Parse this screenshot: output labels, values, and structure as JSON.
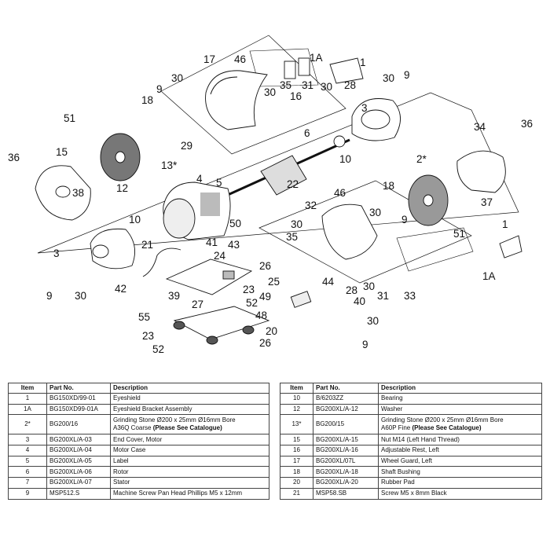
{
  "callouts": [
    {
      "id": "c17a",
      "text": "17"
    },
    {
      "id": "c46a",
      "text": "46"
    },
    {
      "id": "c1Aa",
      "text": "1A"
    },
    {
      "id": "c1a",
      "text": "1"
    },
    {
      "id": "c30a",
      "text": "30"
    },
    {
      "id": "c9a",
      "text": "9"
    },
    {
      "id": "c30b",
      "text": "30"
    },
    {
      "id": "c35a",
      "text": "35"
    },
    {
      "id": "c16",
      "text": "16"
    },
    {
      "id": "c31a",
      "text": "31"
    },
    {
      "id": "c30c",
      "text": "30"
    },
    {
      "id": "c28a",
      "text": "28"
    },
    {
      "id": "c30d",
      "text": "30"
    },
    {
      "id": "c9b",
      "text": "9"
    },
    {
      "id": "c18a",
      "text": "18"
    },
    {
      "id": "c3a",
      "text": "3"
    },
    {
      "id": "c51a",
      "text": "51"
    },
    {
      "id": "c29",
      "text": "29"
    },
    {
      "id": "c6",
      "text": "6"
    },
    {
      "id": "c34",
      "text": "34"
    },
    {
      "id": "c36a",
      "text": "36"
    },
    {
      "id": "c15",
      "text": "15"
    },
    {
      "id": "c36b",
      "text": "36"
    },
    {
      "id": "c13",
      "text": "13*"
    },
    {
      "id": "c10a",
      "text": "10"
    },
    {
      "id": "c12",
      "text": "12"
    },
    {
      "id": "c38",
      "text": "38"
    },
    {
      "id": "c4",
      "text": "4"
    },
    {
      "id": "c5",
      "text": "5"
    },
    {
      "id": "c2",
      "text": "2*"
    },
    {
      "id": "c22",
      "text": "22"
    },
    {
      "id": "c46b",
      "text": "46"
    },
    {
      "id": "c18b",
      "text": "18"
    },
    {
      "id": "c37",
      "text": "37"
    },
    {
      "id": "c10b",
      "text": "10"
    },
    {
      "id": "c32",
      "text": "32"
    },
    {
      "id": "c30e",
      "text": "30"
    },
    {
      "id": "c9c",
      "text": "9"
    },
    {
      "id": "c50",
      "text": "50"
    },
    {
      "id": "c30f",
      "text": "30"
    },
    {
      "id": "c35b",
      "text": "35"
    },
    {
      "id": "c51b",
      "text": "51"
    },
    {
      "id": "c1b",
      "text": "1"
    },
    {
      "id": "c21",
      "text": "21"
    },
    {
      "id": "c41",
      "text": "41"
    },
    {
      "id": "c43",
      "text": "43"
    },
    {
      "id": "c3b",
      "text": "3"
    },
    {
      "id": "c24",
      "text": "24"
    },
    {
      "id": "c26a",
      "text": "26"
    },
    {
      "id": "c1Ab",
      "text": "1A"
    },
    {
      "id": "c42",
      "text": "42"
    },
    {
      "id": "c25",
      "text": "25"
    },
    {
      "id": "c9d",
      "text": "9"
    },
    {
      "id": "c30g",
      "text": "30"
    },
    {
      "id": "c44",
      "text": "44"
    },
    {
      "id": "c28b",
      "text": "28"
    },
    {
      "id": "c30h",
      "text": "30"
    },
    {
      "id": "c31b",
      "text": "31"
    },
    {
      "id": "c33",
      "text": "33"
    },
    {
      "id": "c39",
      "text": "39"
    },
    {
      "id": "c23a",
      "text": "23"
    },
    {
      "id": "c49",
      "text": "49"
    },
    {
      "id": "c27",
      "text": "27"
    },
    {
      "id": "c52a",
      "text": "52"
    },
    {
      "id": "c40",
      "text": "40"
    },
    {
      "id": "c48",
      "text": "48"
    },
    {
      "id": "c55",
      "text": "55"
    },
    {
      "id": "c30i",
      "text": "30"
    },
    {
      "id": "c20",
      "text": "20"
    },
    {
      "id": "c23b",
      "text": "23"
    },
    {
      "id": "c26b",
      "text": "26"
    },
    {
      "id": "c52b",
      "text": "52"
    },
    {
      "id": "c9e",
      "text": "9"
    }
  ],
  "tables": {
    "headers": {
      "item": "Item",
      "part_no": "Part No.",
      "description": "Description"
    },
    "left": [
      {
        "item": "1",
        "part_no": "BG150XD/99-01",
        "description": "Eyeshield",
        "note": ""
      },
      {
        "item": "1A",
        "part_no": "BG150XD99-01A",
        "description": "Eyeshield Bracket Assembly",
        "note": ""
      },
      {
        "item": "2*",
        "part_no": "BG200/16",
        "description": "Grinding Stone Ø200 x 25mm Ø16mm Bore",
        "description2": "A36Q Coarse",
        "note": "(Please See Catalogue)"
      },
      {
        "item": "3",
        "part_no": "BG200XL/A-03",
        "description": "End Cover, Motor",
        "note": ""
      },
      {
        "item": "4",
        "part_no": "BG200XL/A-04",
        "description": "Motor Case",
        "note": ""
      },
      {
        "item": "5",
        "part_no": "BG200XL/A-05",
        "description": "Label",
        "note": ""
      },
      {
        "item": "6",
        "part_no": "BG200XL/A-06",
        "description": "Rotor",
        "note": ""
      },
      {
        "item": "7",
        "part_no": "BG200XL/A-07",
        "description": "Stator",
        "note": ""
      },
      {
        "item": "9",
        "part_no": "MSP512.S",
        "description": "Machine Screw Pan Head Phillips M5 x 12mm",
        "note": ""
      }
    ],
    "right": [
      {
        "item": "10",
        "part_no": "B/6203ZZ",
        "description": "Bearing",
        "note": ""
      },
      {
        "item": "12",
        "part_no": "BG200XL/A-12",
        "description": "Washer",
        "note": ""
      },
      {
        "item": "13*",
        "part_no": "BG200/15",
        "description": "Grinding Stone Ø200 x 25mm Ø16mm Bore",
        "description2": "A60P Fine",
        "note": "(Please See Catalogue)"
      },
      {
        "item": "15",
        "part_no": "BG200XL/A-15",
        "description": "Nut M14 (Left Hand Thread)",
        "note": ""
      },
      {
        "item": "16",
        "part_no": "BG200XL/A-16",
        "description": "Adjustable Rest, Left",
        "note": ""
      },
      {
        "item": "17",
        "part_no": "BG200XL/07L",
        "description": "Wheel Guard, Left",
        "note": ""
      },
      {
        "item": "18",
        "part_no": "BG200XL/A-18",
        "description": "Shaft Bushing",
        "note": ""
      },
      {
        "item": "20",
        "part_no": "BG200XL/A-20",
        "description": "Rubber Pad",
        "note": ""
      },
      {
        "item": "21",
        "part_no": "MSP58.SB",
        "description": "Screw M5 x 8mm Black",
        "note": ""
      }
    ]
  }
}
